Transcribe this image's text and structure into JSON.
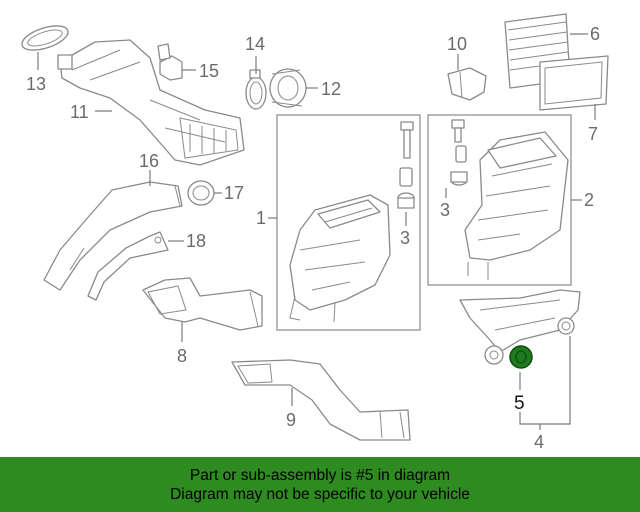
{
  "callouts": {
    "c1": "1",
    "c2": "2",
    "c3a": "3",
    "c3b": "3",
    "c4": "4",
    "c5": "5",
    "c6": "6",
    "c7": "7",
    "c8": "8",
    "c9": "9",
    "c10": "10",
    "c11": "11",
    "c12": "12",
    "c13": "13",
    "c14": "14",
    "c15": "15",
    "c16": "16",
    "c17": "17",
    "c18": "18"
  },
  "highlighted_part": "5",
  "colors": {
    "banner_bg": "#2e8b1f",
    "highlight": "#1f7a1f",
    "line_art": "#8a8a8a"
  },
  "banner": {
    "line1": "Part or sub-assembly is #5 in diagram",
    "line2": "Diagram may not be specific to your vehicle"
  }
}
